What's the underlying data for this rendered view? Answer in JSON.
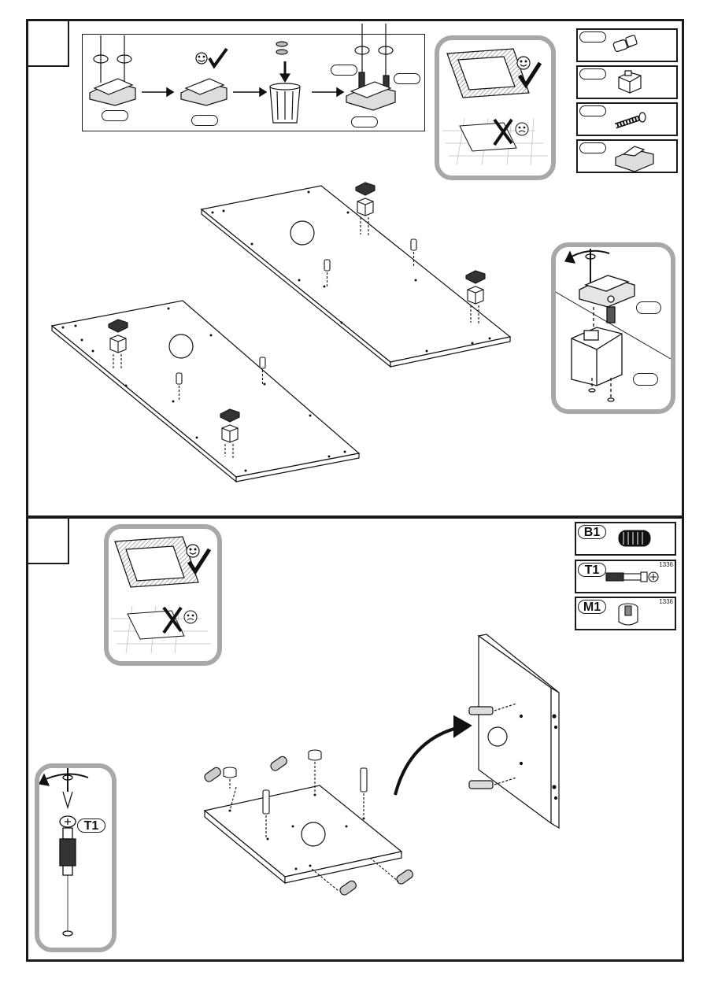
{
  "panel_top": {
    "parts": [
      {
        "id": "part-dowel",
        "label": "",
        "code": ""
      },
      {
        "id": "part-block",
        "label": "",
        "code": ""
      },
      {
        "id": "part-screw",
        "label": "",
        "code": ""
      },
      {
        "id": "part-hinge",
        "label": "",
        "code": ""
      }
    ]
  },
  "panel_bottom": {
    "parts": [
      {
        "id": "B1",
        "label": "B1",
        "code": ""
      },
      {
        "id": "T1",
        "label": "T1",
        "code": "1336"
      },
      {
        "id": "M1",
        "label": "M1",
        "code": "1336"
      }
    ],
    "detail_label": "T1"
  },
  "colors": {
    "frame": "#1a1a1a",
    "callout_border": "#a8a8a8",
    "paper": "#ffffff"
  }
}
